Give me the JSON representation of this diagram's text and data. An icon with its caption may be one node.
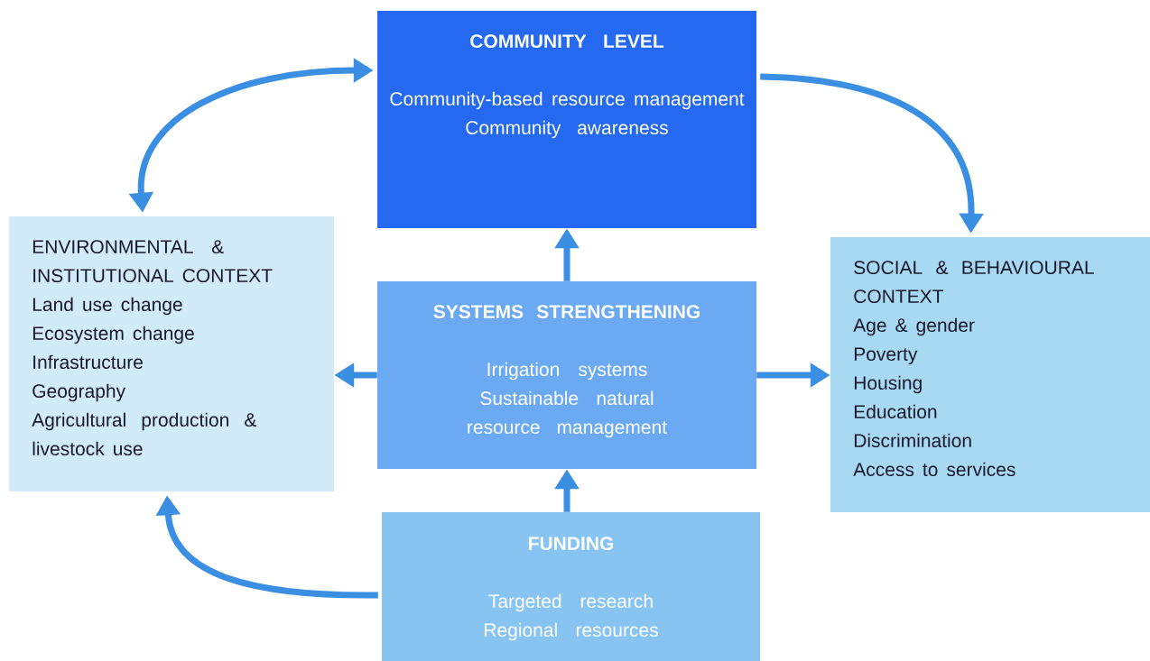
{
  "diagram": {
    "nodes": [
      {
        "text": [
          "COMMUNITY LEVEL",
          "Community-based resource management",
          "Community awareness"
        ]
      },
      {
        "text": [
          "ENVIRONMENTAL & INSTITUTIONAL CONTEXT",
          "Land use change",
          "Ecosystem change",
          "Infrastructure",
          "Geography",
          "Agricultural production & livestock use"
        ]
      },
      {
        "text": [
          "SYSTEMS STRENGTHENING",
          "Irrigation systems",
          "Sustainable natural resource management"
        ]
      },
      {
        "text": [
          "SOCIAL & BEHAVIOURAL CONTEXT",
          "Age & gender",
          "Poverty",
          "Housing",
          "Education",
          "Discrimination",
          "Access to services"
        ]
      },
      {
        "text": [
          "FUNDING",
          "Targeted research",
          "Regional resources"
        ]
      }
    ],
    "edges": [
      {
        "from": 1,
        "to": 0,
        "arrow": "both"
      },
      {
        "from": 0,
        "to": 3,
        "arrow": "to"
      },
      {
        "from": 2,
        "to": 0,
        "arrow": "to"
      },
      {
        "from": 2,
        "to": 1,
        "arrow": "to"
      },
      {
        "from": 2,
        "to": 3,
        "arrow": "to"
      },
      {
        "from": 4,
        "to": 2,
        "arrow": "to"
      },
      {
        "from": 4,
        "to": 1,
        "arrow": "to"
      }
    ]
  }
}
